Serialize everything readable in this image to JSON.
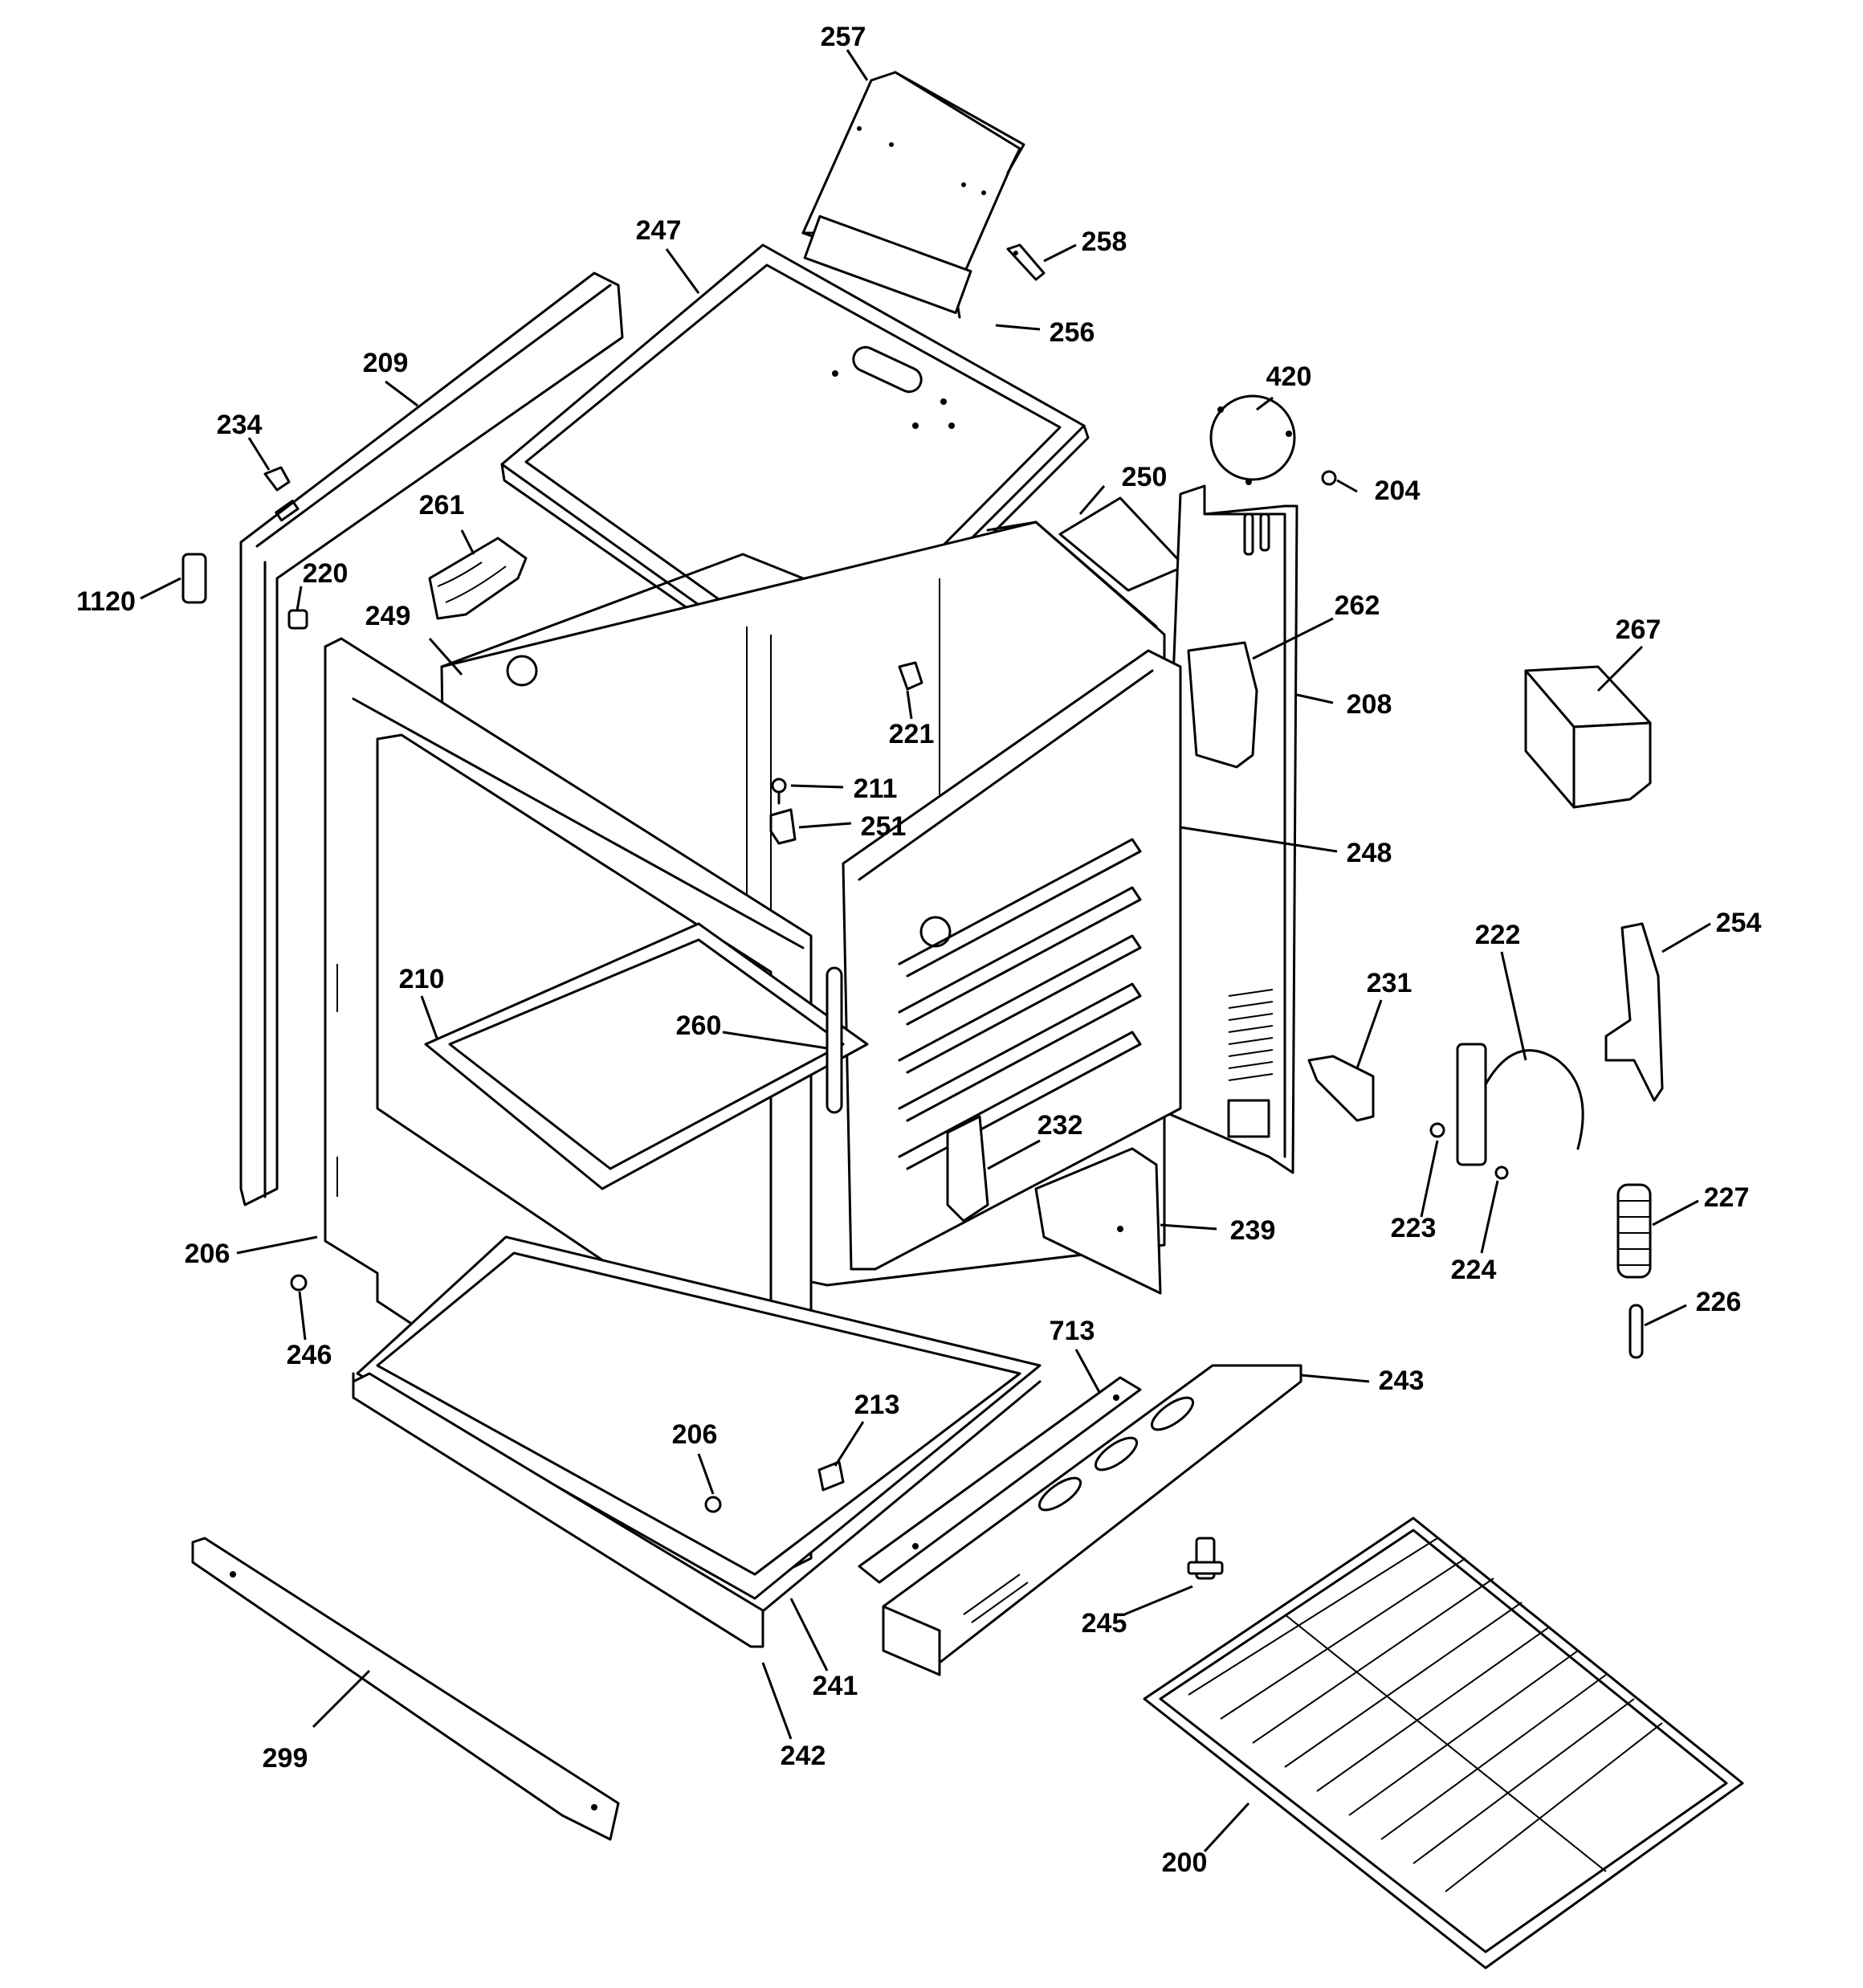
{
  "diagram": {
    "callouts": [
      {
        "id": "c257",
        "label": "257"
      },
      {
        "id": "c247",
        "label": "247"
      },
      {
        "id": "c258",
        "label": "258"
      },
      {
        "id": "c256",
        "label": "256"
      },
      {
        "id": "c209",
        "label": "209"
      },
      {
        "id": "c234",
        "label": "234"
      },
      {
        "id": "c420",
        "label": "420"
      },
      {
        "id": "c261",
        "label": "261"
      },
      {
        "id": "c250",
        "label": "250"
      },
      {
        "id": "c204",
        "label": "204"
      },
      {
        "id": "c1120",
        "label": "1120"
      },
      {
        "id": "c220",
        "label": "220"
      },
      {
        "id": "c249",
        "label": "249"
      },
      {
        "id": "c262",
        "label": "262"
      },
      {
        "id": "c267",
        "label": "267"
      },
      {
        "id": "c221",
        "label": "221"
      },
      {
        "id": "c208",
        "label": "208"
      },
      {
        "id": "c211",
        "label": "211"
      },
      {
        "id": "c251",
        "label": "251"
      },
      {
        "id": "c248",
        "label": "248"
      },
      {
        "id": "c254",
        "label": "254"
      },
      {
        "id": "c222",
        "label": "222"
      },
      {
        "id": "c231",
        "label": "231"
      },
      {
        "id": "c210",
        "label": "210"
      },
      {
        "id": "c260",
        "label": "260"
      },
      {
        "id": "c232",
        "label": "232"
      },
      {
        "id": "c223",
        "label": "223"
      },
      {
        "id": "c227",
        "label": "227"
      },
      {
        "id": "c239",
        "label": "239"
      },
      {
        "id": "c206a",
        "label": "206"
      },
      {
        "id": "c224",
        "label": "224"
      },
      {
        "id": "c246",
        "label": "246"
      },
      {
        "id": "c226",
        "label": "226"
      },
      {
        "id": "c713",
        "label": "713"
      },
      {
        "id": "c243",
        "label": "243"
      },
      {
        "id": "c213",
        "label": "213"
      },
      {
        "id": "c206b",
        "label": "206"
      },
      {
        "id": "c245",
        "label": "245"
      },
      {
        "id": "c241",
        "label": "241"
      },
      {
        "id": "c299",
        "label": "299"
      },
      {
        "id": "c242",
        "label": "242"
      },
      {
        "id": "c200",
        "label": "200"
      }
    ]
  }
}
